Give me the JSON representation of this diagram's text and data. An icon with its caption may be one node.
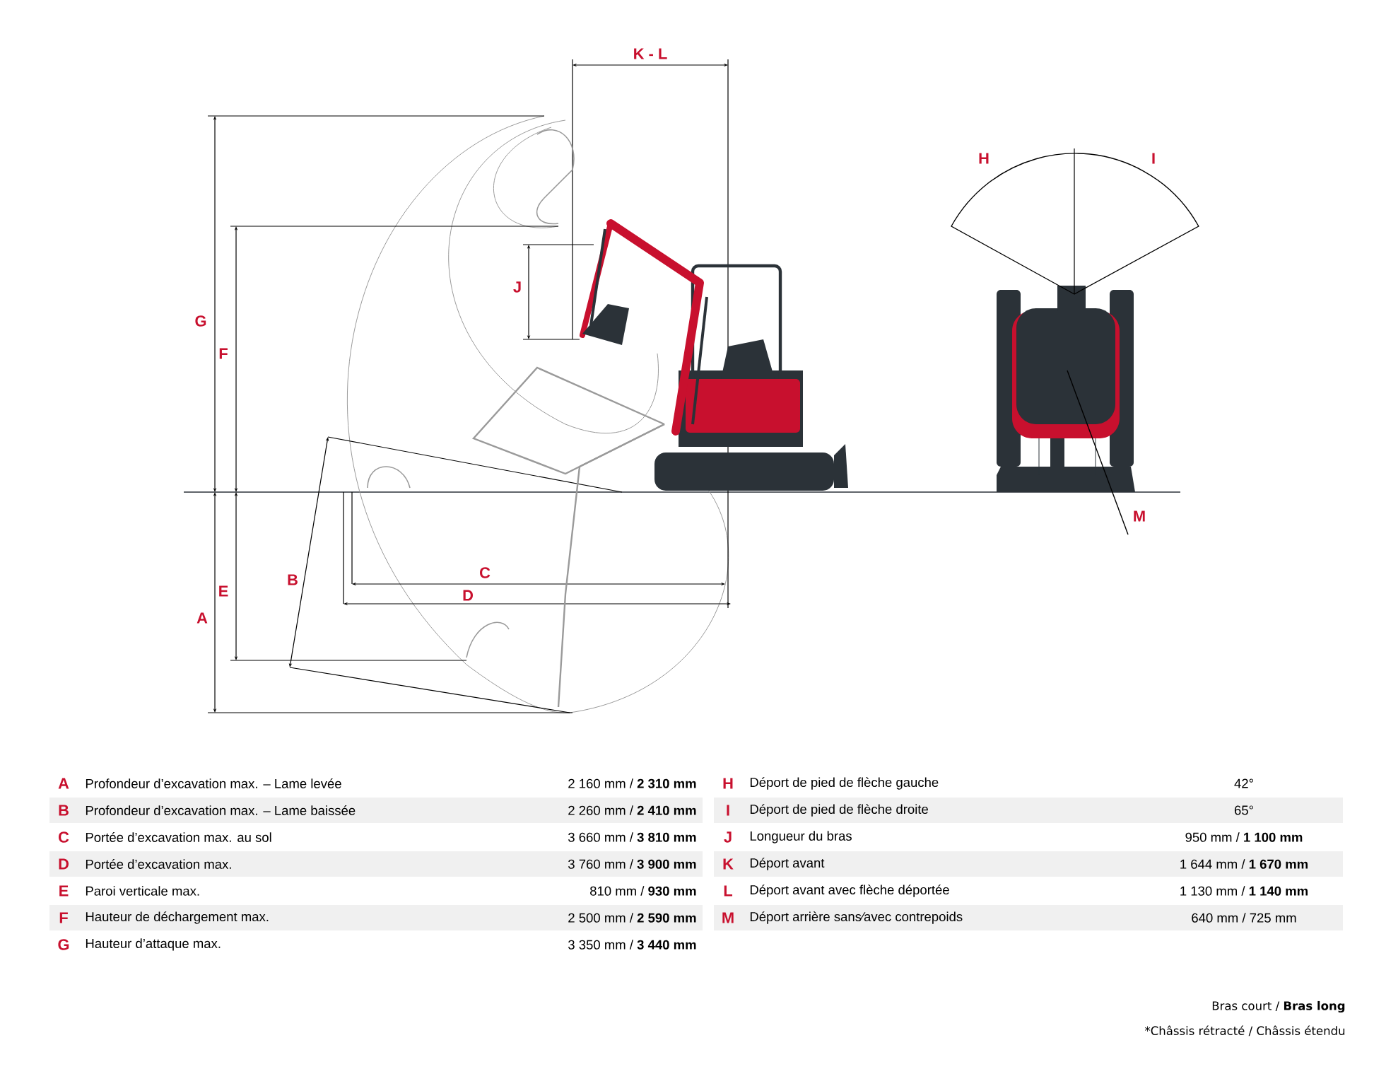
{
  "diagram": {
    "labels": [
      "K - L",
      "H",
      "I",
      "G",
      "J",
      "F",
      "M",
      "B",
      "C",
      "E",
      "D",
      "A",
      "A",
      "Profondeur d’excavation max. – Lame levée",
      "2 160 mm / **2 310 mm**",
      "H",
      "Déport de pied de flèche gauche",
      "42°",
      "B",
      "Profondeur d’excavation max. – Lame baissée",
      "2 260 mm / **2 410 mm**",
      "I",
      "Déport de pied de flèche droite",
      "65°",
      "C",
      "Portée d’excavation max. au sol",
      "3 660 mm / **3 810 mm**",
      "J",
      "Longueur du bras",
      "950 mm / **1 100 mm**",
      "D",
      "Portée d’excavation max.",
      "3 760 mm / **3 900 mm**",
      "K",
      "Déport avant",
      "1 644 mm / **1 670 mm**",
      "E",
      "Paroi verticale max.",
      "810 mm / **930 mm**",
      "L",
      "Déport avant avec flèche déportée",
      "1 130 mm / **1 140 mm**",
      "F",
      "Hauteur de déchargement max.",
      "2 500 mm / **2 590 mm**",
      "M",
      "Déport arrière sans⁄avec contrepoids",
      "640 mm / 725 mm",
      "G",
      "Hauteur d’attaque max.",
      "3 350 mm / **3 440 mm**",
      "Bras court / **Bras long**",
      "*Châssis rétracté / Châssis étendu"
    ]
  }
}
